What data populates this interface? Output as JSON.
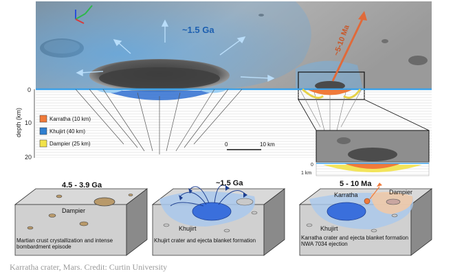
{
  "top_panel": {
    "age_label_khujirt": "~1.5 Ga",
    "age_label_karratha": "~5-10 Ma",
    "depth_axis_label": "depth (km)",
    "depth_ticks": [
      "0",
      "10",
      "20"
    ],
    "scale_bar_zero": "0",
    "scale_bar_label": "10 km",
    "legend": [
      {
        "label": "Karratha (10 km)",
        "color": "#f07a3a"
      },
      {
        "label": "Khujirt (40 km)",
        "color": "#2f7fd0"
      },
      {
        "label": "Dampier (25 km)",
        "color": "#f2e24a"
      }
    ],
    "inset_ticks": [
      "0",
      "1 km"
    ]
  },
  "blocks": [
    {
      "title": "4.5 - 3.9 Ga",
      "crater_label": "Dampier",
      "caption": "Martian crust crystallization and intense bombardment episode"
    },
    {
      "title": "~1.5 Ga",
      "crater_label": "Khujirt",
      "caption": "Khujirt crater and ejecta blanket formation"
    },
    {
      "title": "5 - 10 Ma",
      "crater_label_1": "Karratha",
      "crater_label_2": "Dampier",
      "crater_label_3": "Khujirt",
      "caption": "Karratha crater and ejecta blanket formation NWA 7034 ejection"
    }
  ],
  "colors": {
    "khujirt_blue": "#2f7fd0",
    "karratha_orange": "#f07a3a",
    "dampier_yellow": "#f2e24a"
  },
  "credit": "Karratha crater, Mars. Credit: Curtin University"
}
